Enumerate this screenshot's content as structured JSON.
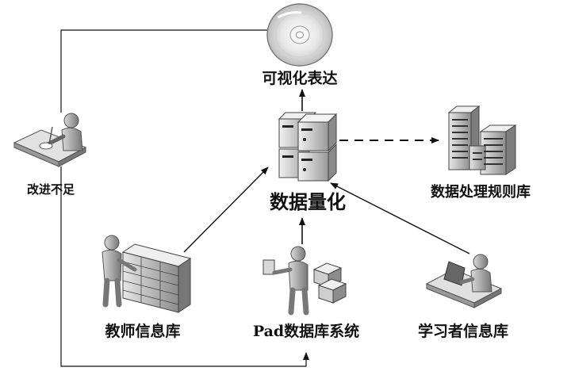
{
  "diagram": {
    "nodes": {
      "visualization": {
        "label": "可视化表达",
        "icon": "cd-disc-icon"
      },
      "quantification": {
        "label": "数据量化",
        "icon": "server-stack-icon"
      },
      "rules_db": {
        "label": "数据处理规则库",
        "icon": "datacenter-buildings-icon"
      },
      "improve": {
        "label": "改进不足",
        "icon": "person-at-desk-icon"
      },
      "teacher_db": {
        "label": "教师信息库",
        "icon": "person-server-rack-icon"
      },
      "pad_system": {
        "label": "Pad数据库系统",
        "icon": "person-tablet-boxes-icon"
      },
      "learner_db": {
        "label": "学习者信息库",
        "icon": "person-laptop-icon"
      }
    },
    "edges": [
      {
        "from": "quantification",
        "to": "visualization",
        "style": "solid"
      },
      {
        "from": "quantification",
        "to": "rules_db",
        "style": "dashed"
      },
      {
        "from": "teacher_db",
        "to": "quantification",
        "style": "solid"
      },
      {
        "from": "pad_system",
        "to": "quantification",
        "style": "solid"
      },
      {
        "from": "learner_db",
        "to": "quantification",
        "style": "solid"
      },
      {
        "from": "visualization",
        "to": "improve",
        "style": "solid"
      },
      {
        "from": "improve",
        "to": "pad_system",
        "style": "solid"
      }
    ]
  }
}
